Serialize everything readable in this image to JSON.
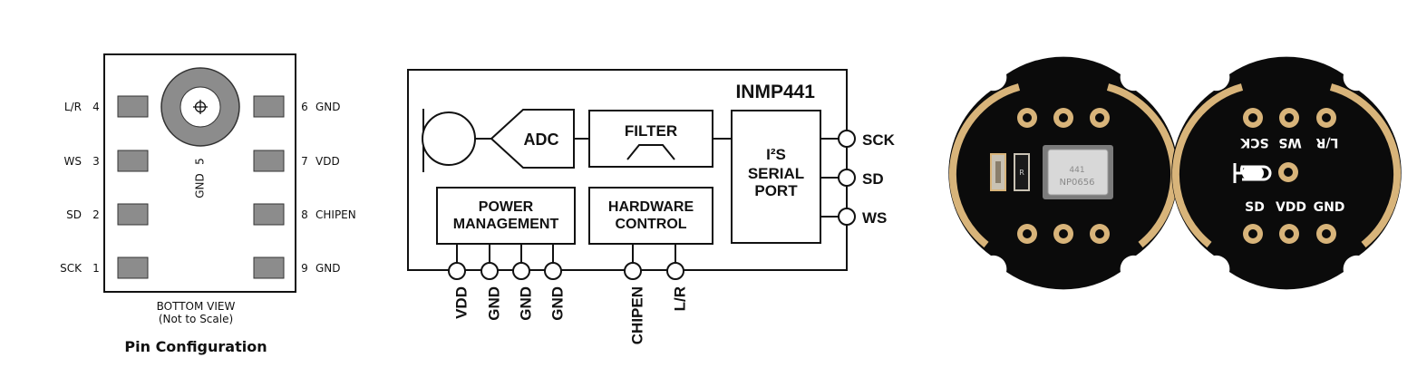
{
  "pin_config": {
    "left_pins": [
      {
        "name": "L/R",
        "num": "4"
      },
      {
        "name": "WS",
        "num": "3"
      },
      {
        "name": "SD",
        "num": "2"
      },
      {
        "name": "SCK",
        "num": "1"
      }
    ],
    "right_pins": [
      {
        "num": "6",
        "name": "GND"
      },
      {
        "num": "7",
        "name": "VDD"
      },
      {
        "num": "8",
        "name": "CHIPEN"
      },
      {
        "num": "9",
        "name": "GND"
      }
    ],
    "center_pin": {
      "num": "5",
      "name": "GND"
    },
    "bottom_view": "BOTTOM VIEW",
    "not_to_scale": "(Not to Scale)",
    "caption": "Pin Configuration"
  },
  "block_diagram": {
    "chip_name": "INMP441",
    "adc": "ADC",
    "filter": "FILTER",
    "serial_port": [
      "I²S",
      "SERIAL",
      "PORT"
    ],
    "power_mgmt": [
      "POWER",
      "MANAGEMENT"
    ],
    "hw_control": [
      "HARDWARE",
      "CONTROL"
    ],
    "right_pins": [
      "SCK",
      "SD",
      "WS"
    ],
    "bottom_pins": [
      "VDD",
      "GND",
      "GND",
      "GND",
      "CHIPEN",
      "L/R"
    ]
  },
  "pcb": {
    "component_label_r": "R",
    "chip_marking_1": "441",
    "chip_marking_2": "NP0656",
    "back_top_labels": [
      "SCK",
      "WS",
      "L/R"
    ],
    "back_bottom_labels": [
      "SD",
      "VDD",
      "GND"
    ]
  },
  "colors": {
    "pad_gray": "#8c8c8c",
    "pcb_black": "#0b0b0b",
    "pcb_gold": "#d8b47a",
    "ink": "#111111"
  }
}
